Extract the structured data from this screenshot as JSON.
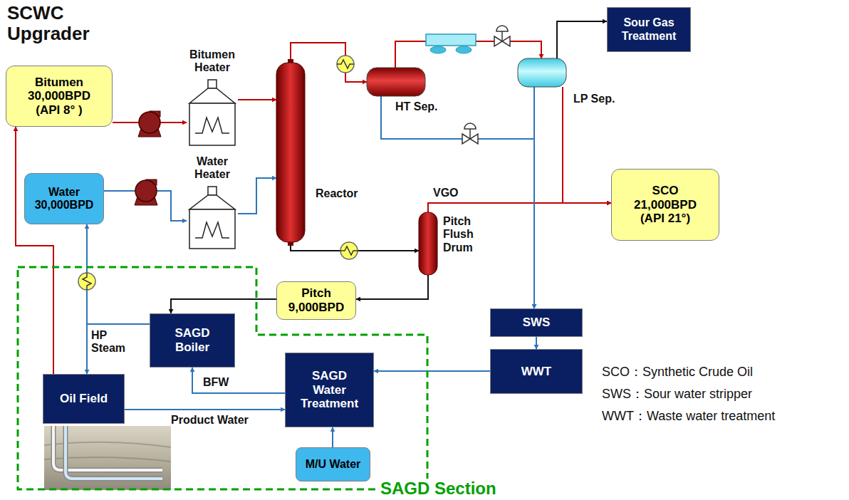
{
  "diagram": {
    "title": "SCWC Upgrader",
    "nodes": [
      {
        "text": [
          "Bitumen 30,000BPD (API 8° )"
        ]
      },
      {
        "text": [
          "Water 30,000BPD"
        ]
      },
      {
        "text": [
          "Bitumen Heater"
        ]
      },
      {
        "text": [
          "Water Heater"
        ]
      },
      {
        "text": [
          "Reactor"
        ]
      },
      {
        "text": [
          "HT Sep."
        ]
      },
      {
        "text": [
          "LP Sep."
        ]
      },
      {
        "text": [
          "Sour Gas Treatment"
        ]
      },
      {
        "text": [
          "SCO 21,000BPD (API 21°)"
        ]
      },
      {
        "text": [
          "Pitch Flush Drum"
        ]
      },
      {
        "text": [
          "Pitch 9,000BPD"
        ]
      },
      {
        "text": [
          "SWS"
        ]
      },
      {
        "text": [
          "WWT"
        ]
      },
      {
        "text": [
          "SAGD Section"
        ]
      },
      {
        "text": [
          "SAGD Boiler"
        ],
        "in": 13
      },
      {
        "text": [
          "Oil Field"
        ],
        "in": 13
      },
      {
        "text": [
          "SAGD Water Treatment"
        ],
        "in": 13
      },
      {
        "text": [
          "M/U Water"
        ],
        "in": 13
      }
    ],
    "edges": [
      {
        "from": 0,
        "to": 2,
        "arrow": "to"
      },
      {
        "from": 1,
        "to": 3,
        "arrow": "to"
      },
      {
        "from": 15,
        "to": 0,
        "arrow": "to"
      },
      {
        "from": 2,
        "to": 4,
        "arrow": "to"
      },
      {
        "from": 3,
        "to": 4,
        "arrow": "to"
      },
      {
        "from": 4,
        "to": 5,
        "arrow": "to"
      },
      {
        "from": 5,
        "to": 6,
        "arrow": "to"
      },
      {
        "from": 6,
        "to": 7,
        "arrow": "to"
      },
      {
        "from": 6,
        "to": 8,
        "arrow": "to"
      },
      {
        "from": 4,
        "to": 9,
        "arrow": "to"
      },
      {
        "from": 9,
        "to": 8,
        "label": "VGO",
        "arrow": "to"
      },
      {
        "from": 9,
        "to": 10,
        "arrow": "to"
      },
      {
        "from": 10,
        "to": 14,
        "arrow": "to"
      },
      {
        "from": 5,
        "to": 11,
        "arrow": "to"
      },
      {
        "from": 6,
        "to": 11,
        "arrow": "to"
      },
      {
        "from": 11,
        "to": 12,
        "arrow": "to"
      },
      {
        "from": 12,
        "to": 16,
        "arrow": "to"
      },
      {
        "from": 14,
        "to": 1,
        "arrow": "to"
      },
      {
        "from": 14,
        "to": 15,
        "label": "HP Steam",
        "arrow": "to"
      },
      {
        "from": 16,
        "to": 14,
        "label": "BFW",
        "arrow": "to"
      },
      {
        "from": 15,
        "to": 16,
        "label": "Product Water",
        "arrow": "to"
      },
      {
        "from": 17,
        "to": 16,
        "arrow": "to"
      }
    ],
    "labels": [
      "SCO：Synthetic Crude Oil",
      "SWS：Sour water stripper",
      "WWT：Waste water treatment"
    ]
  }
}
